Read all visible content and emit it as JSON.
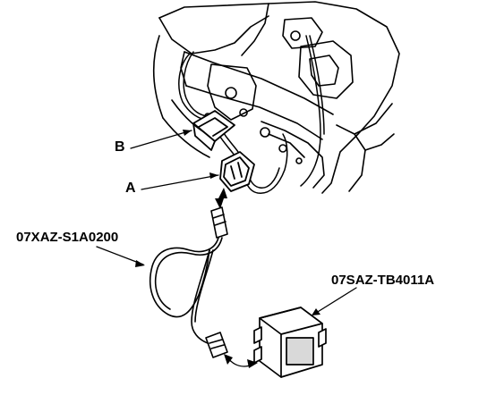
{
  "diagram": {
    "labels": {
      "connector_b": "B",
      "connector_a": "A",
      "harness_part": "07XAZ-S1A0200",
      "module_part": "07SAZ-TB4011A"
    },
    "colors": {
      "ink": "#000000",
      "paper": "#ffffff",
      "shade": "#d9d9d9"
    }
  }
}
